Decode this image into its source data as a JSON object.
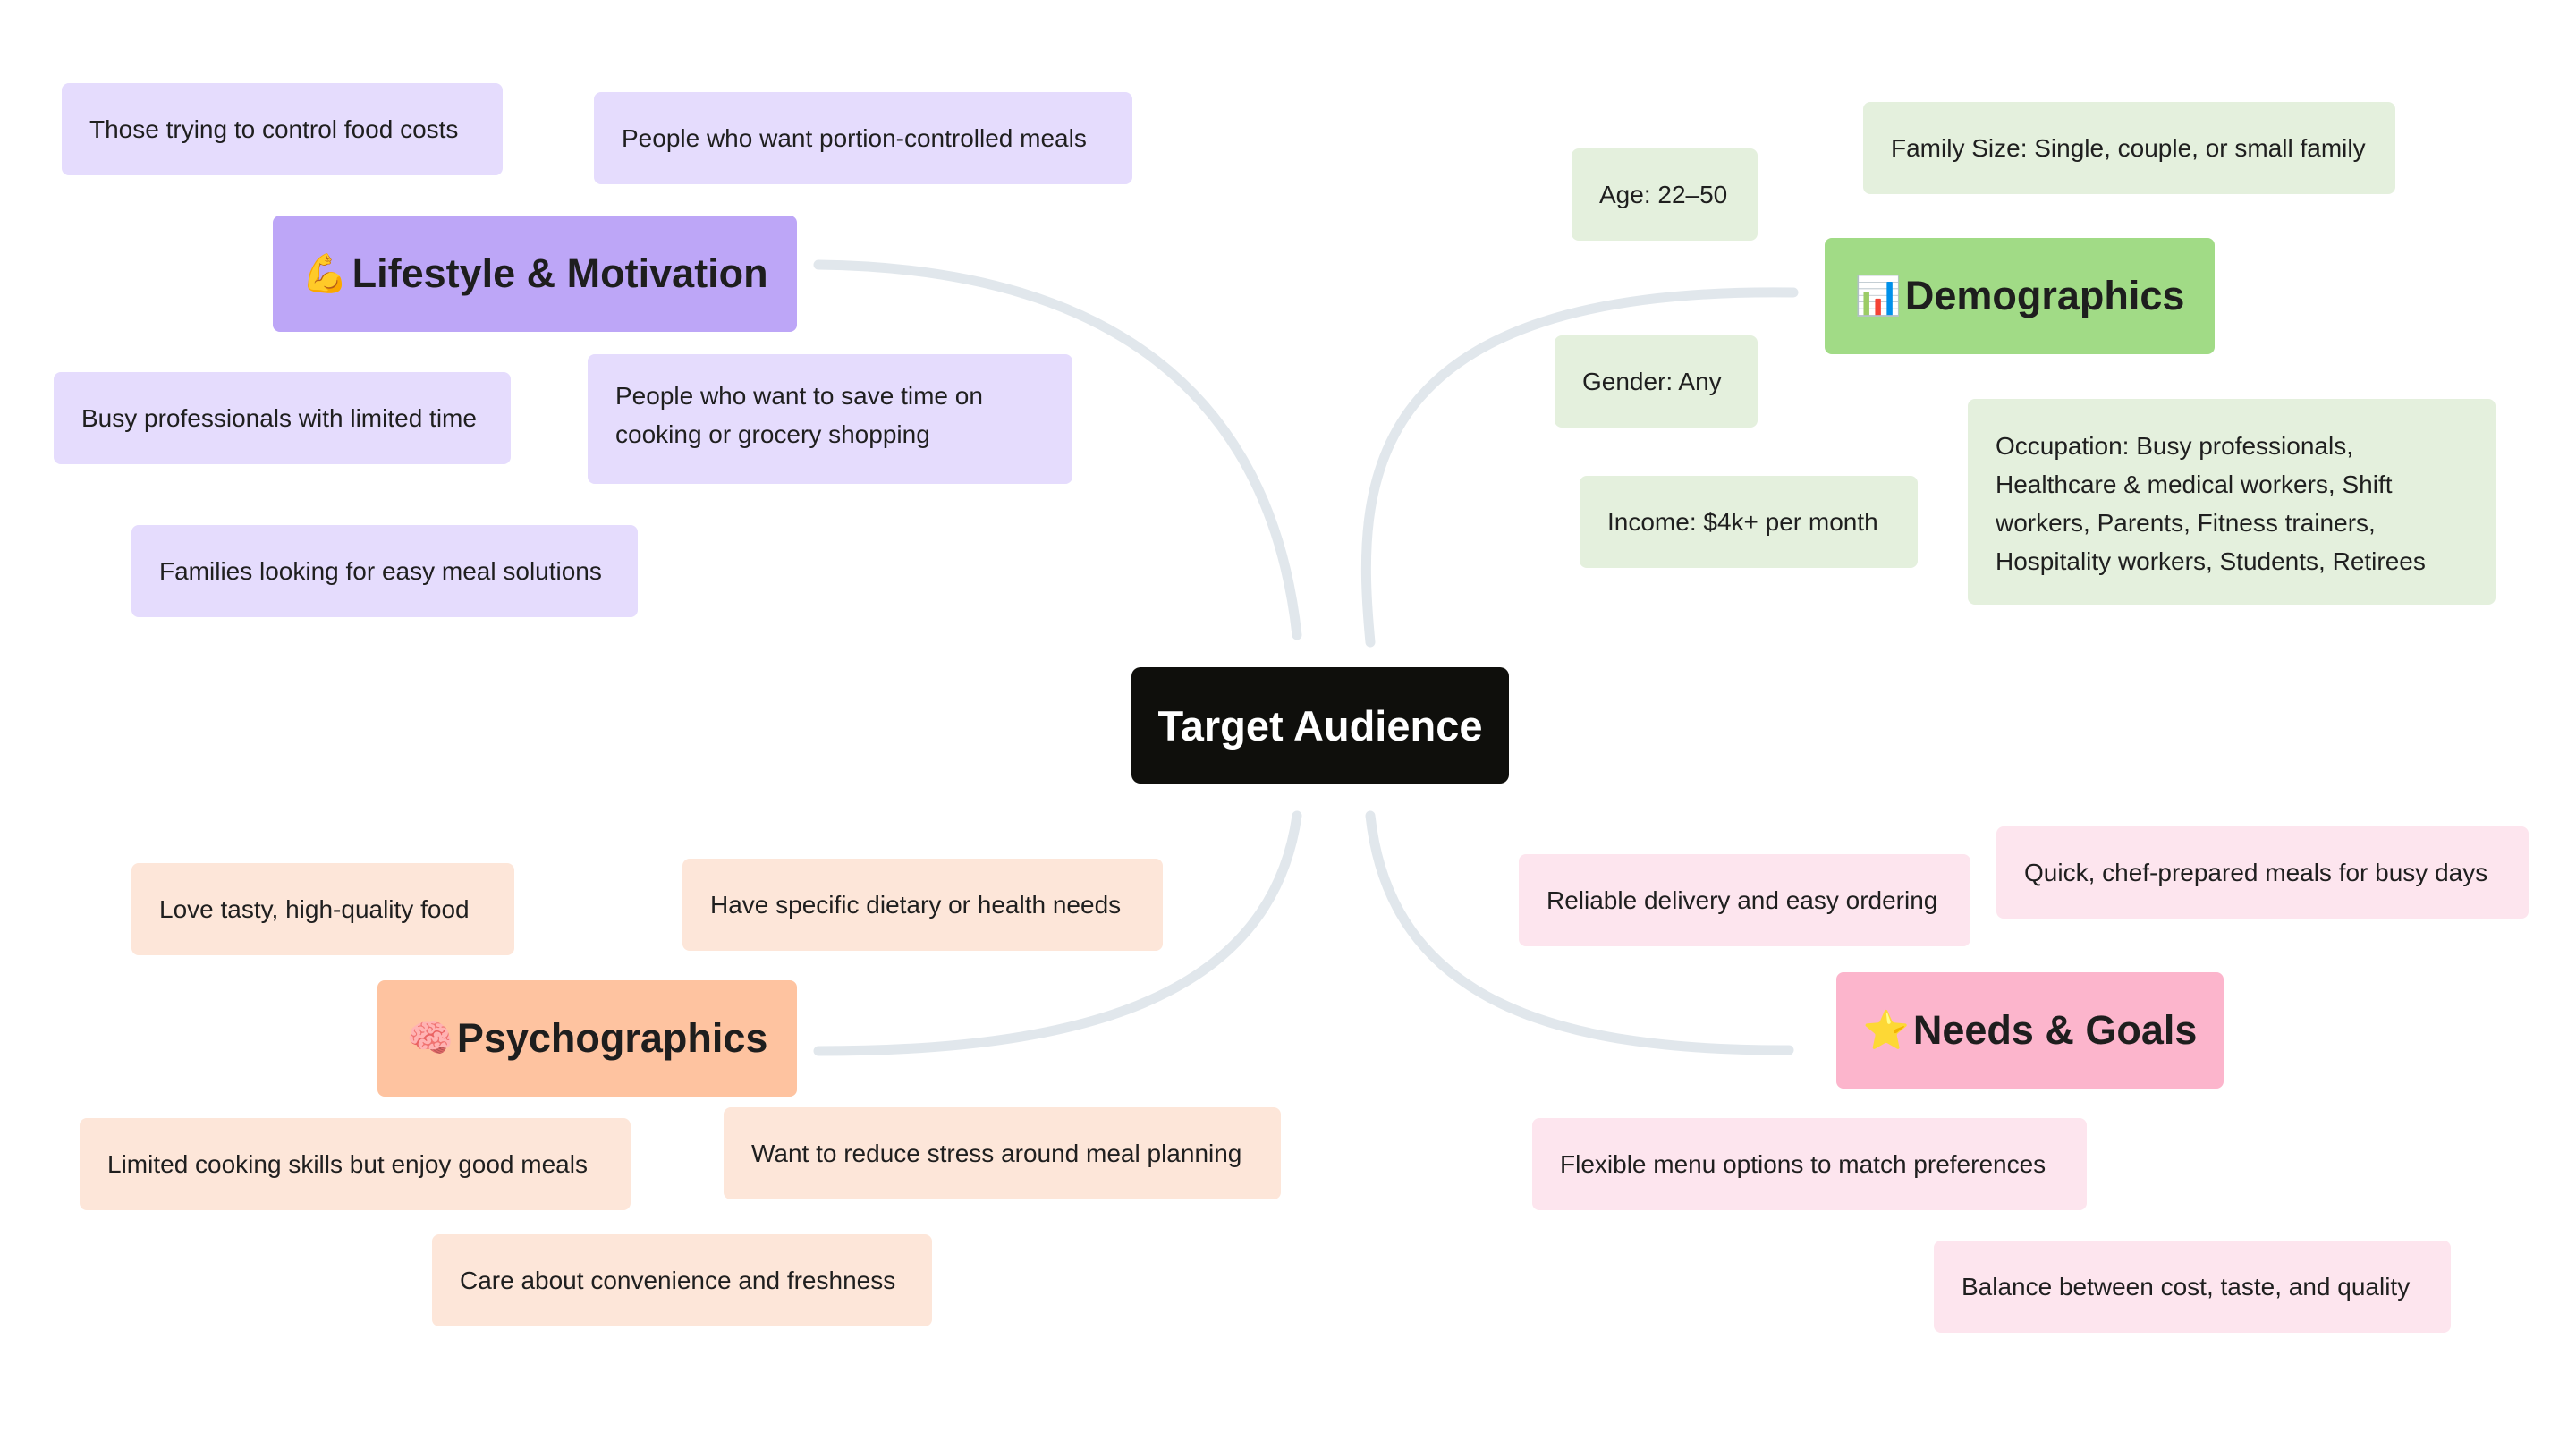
{
  "center": {
    "title": "Target Audience"
  },
  "colors": {
    "center_bg": "#0f0f0c",
    "connector": "#e1e7ec",
    "lifestyle_header": "#bda6f7",
    "lifestyle_item": "#e5dcfd",
    "demographics_header": "#a1db86",
    "demographics_item": "#e4f0dd",
    "psychographics_header": "#fec3a0",
    "psychographics_item": "#fde6d9",
    "needs_header": "#fcb5cc",
    "needs_item": "#fde5ee"
  },
  "branches": {
    "lifestyle": {
      "emoji": "💪",
      "icon": "flexed-biceps-icon",
      "title": "Lifestyle & Motivation",
      "items": [
        "Those trying to control food costs",
        "People who want portion-controlled meals",
        "Busy professionals with limited time",
        "People who want to save time on cooking or grocery shopping",
        "Families looking for easy meal solutions"
      ]
    },
    "demographics": {
      "emoji": "📊",
      "icon": "bar-chart-icon",
      "title": "Demographics",
      "items": [
        "Age: 22–50",
        "Family Size: Single, couple, or small family",
        "Gender: Any",
        "Income: $4k+ per month",
        "Occupation: Busy professionals, Healthcare & medical workers, Shift workers, Parents, Fitness trainers, Hospitality workers, Students, Retirees"
      ]
    },
    "psychographics": {
      "emoji": "🧠",
      "icon": "brain-icon",
      "title": "Psychographics",
      "items": [
        "Love tasty, high-quality food",
        "Have specific dietary or health needs",
        "Limited cooking skills but enjoy good meals",
        "Want to reduce stress around meal planning",
        "Care about convenience and freshness"
      ]
    },
    "needs": {
      "emoji": "⭐",
      "icon": "star-icon",
      "title": "Needs & Goals",
      "items": [
        "Reliable delivery and easy ordering",
        "Quick, chef-prepared meals for busy days",
        "Flexible menu options to match preferences",
        "Balance between cost, taste, and quality"
      ]
    }
  }
}
